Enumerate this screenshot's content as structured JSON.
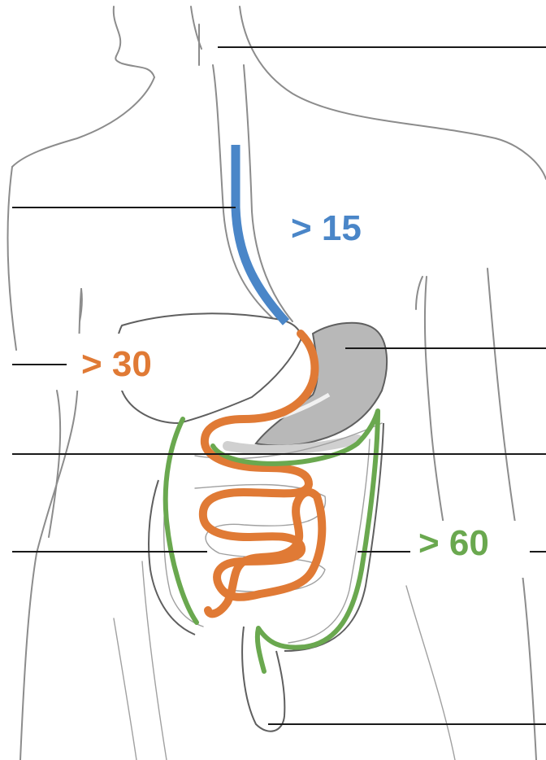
{
  "labels": {
    "esophagus": {
      "text": "> 15",
      "color": "#4a86c8"
    },
    "small_intestine": {
      "text": "> 30",
      "color": "#e07a35"
    },
    "colon": {
      "text": "> 60",
      "color": "#6aa84f"
    }
  }
}
